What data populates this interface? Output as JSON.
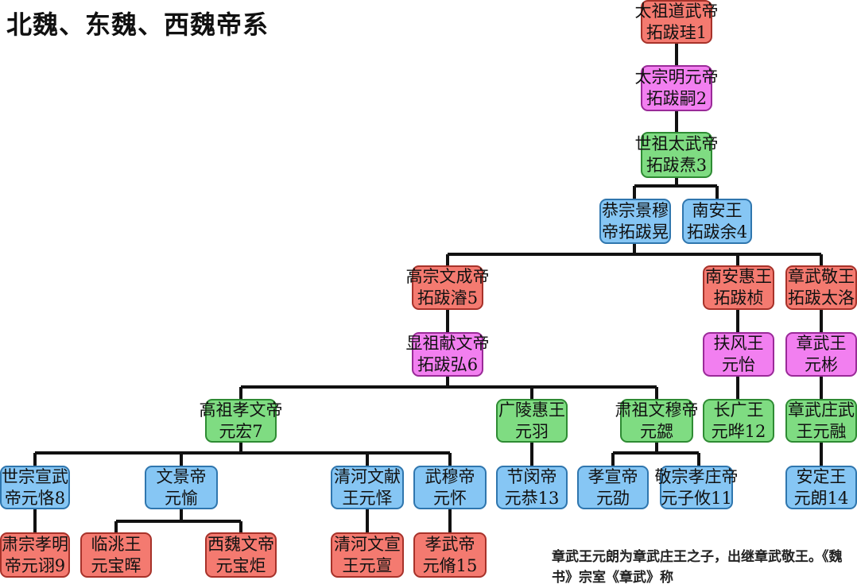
{
  "title": "北魏、东魏、西魏帝系",
  "nodes": {
    "n1": {
      "line1": "太祖道武帝",
      "line2": "拓跋珪1"
    },
    "n2": {
      "line1": "太宗明元帝",
      "line2": "拓跋嗣2"
    },
    "n3": {
      "line1": "世祖太武帝",
      "line2": "拓跋焘3"
    },
    "gongzong": {
      "line1": "恭宗景穆",
      "line2": "帝拓跋晃"
    },
    "n4": {
      "line1": "南安王",
      "line2": "拓跋余4"
    },
    "n5": {
      "line1": "高宗文成帝",
      "line2": "拓跋濬5"
    },
    "nananhui": {
      "line1": "南安惠王",
      "line2": "拓跋桢"
    },
    "zhangwujing": {
      "line1": "章武敬王",
      "line2": "拓跋太洛"
    },
    "n6": {
      "line1": "显祖献文帝",
      "line2": "拓跋弘6"
    },
    "fufeng": {
      "line1": "扶风王",
      "line2": "元怡"
    },
    "zhangwuwang": {
      "line1": "章武王",
      "line2": "元彬"
    },
    "n7": {
      "line1": "高祖孝文帝",
      "line2": "元宏7"
    },
    "guangling": {
      "line1": "广陵惠王",
      "line2": "元羽"
    },
    "suzu": {
      "line1": "肃祖文穆帝",
      "line2": "元勰"
    },
    "n12": {
      "line1": "长广王",
      "line2": "元晔12"
    },
    "zhangwuzhuang": {
      "line1": "章武庄武",
      "line2": "王元融"
    },
    "n8": {
      "line1": "世宗宣武",
      "line2": "帝元恪8"
    },
    "wenjing": {
      "line1": "文景帝",
      "line2": "元愉"
    },
    "qinghewenxian": {
      "line1": "清河文献",
      "line2": "王元怿"
    },
    "wumu": {
      "line1": "武穆帝",
      "line2": "元怀"
    },
    "n13": {
      "line1": "节闵帝",
      "line2": "元恭13"
    },
    "xiaoxuan": {
      "line1": "孝宣帝",
      "line2": "元劭"
    },
    "n11": {
      "line1": "敬宗孝庄帝",
      "line2": "元子攸11"
    },
    "n14": {
      "line1": "安定王",
      "line2": "元朗14"
    },
    "n9": {
      "line1": "肃宗孝明",
      "line2": "帝元诩9"
    },
    "lintao": {
      "line1": "临洮王",
      "line2": "元宝晖"
    },
    "xiweiwen": {
      "line1": "西魏文帝",
      "line2": "元宝炬"
    },
    "qinghewenxuan": {
      "line1": "清河文宣",
      "line2": "王元亶"
    },
    "n15": {
      "line1": "孝武帝",
      "line2": "元脩15"
    }
  },
  "note": "章武王元朗为章武庄王之子，出继章武敬王。《魏书》宗室《章武》称"
}
